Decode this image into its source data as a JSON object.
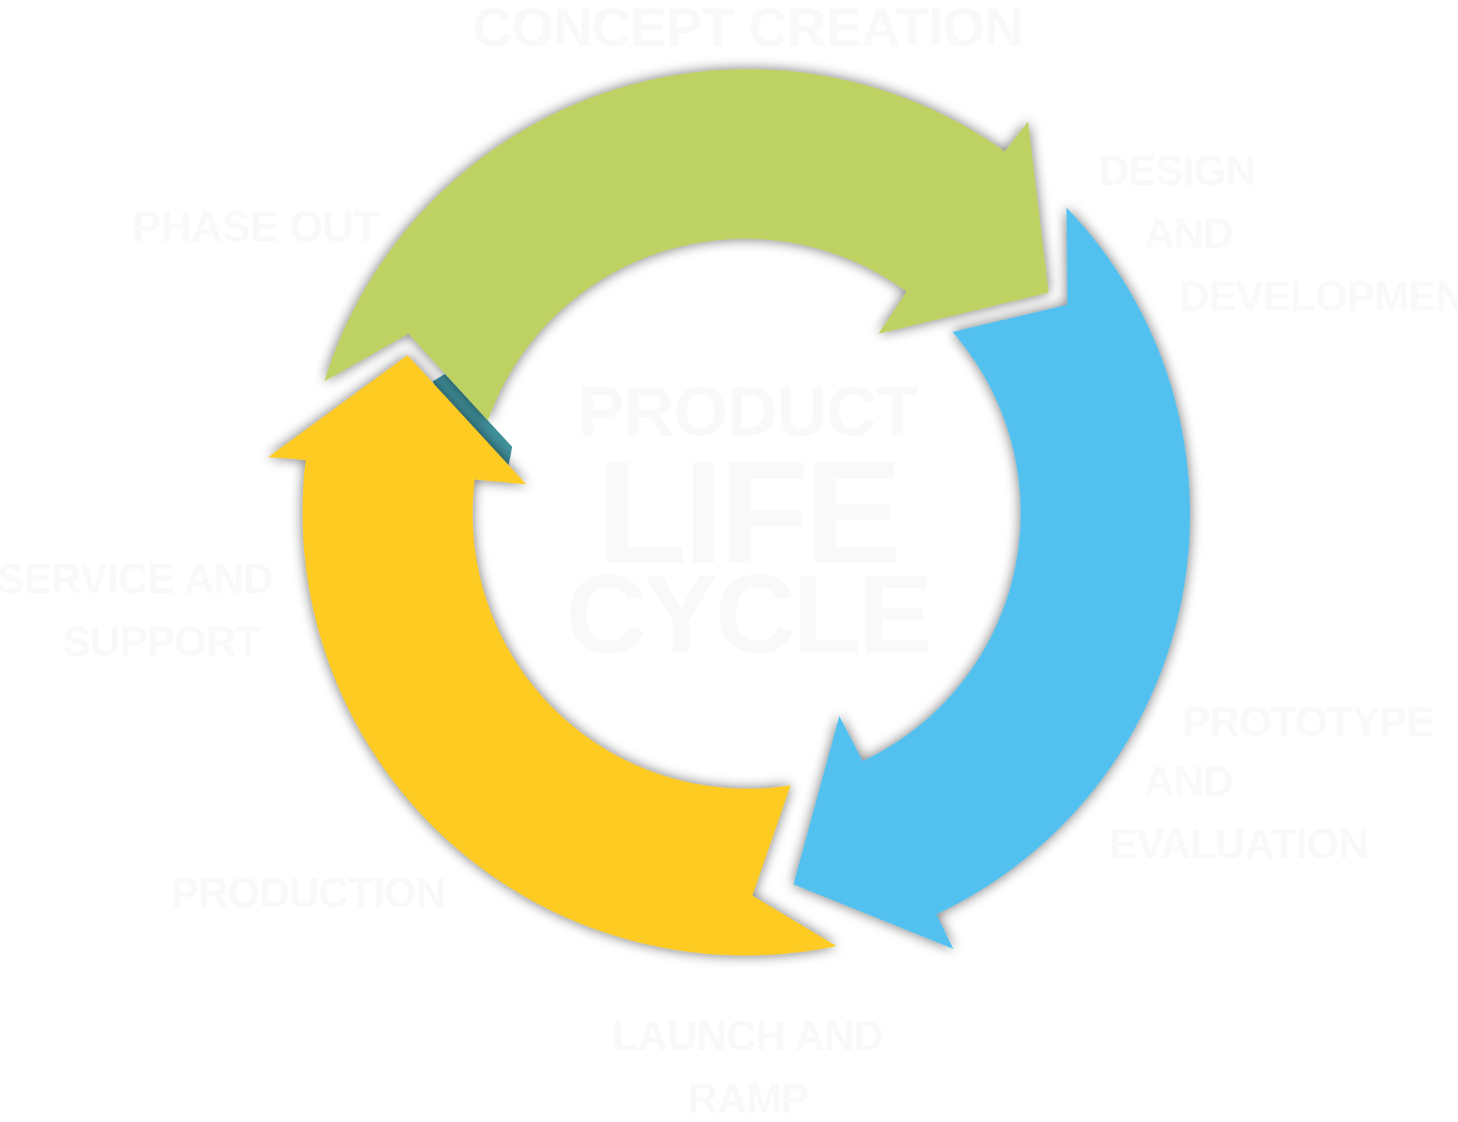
{
  "title": {
    "line1": "PRODUCT",
    "line2": "LIFE",
    "line3": "CYCLE"
  },
  "stages": {
    "concept": "CONCEPT CREATION",
    "design": [
      "DESIGN",
      "AND",
      "DEVELOPMENT"
    ],
    "prototype": [
      "PROTOTYPE",
      "AND",
      "EVALUATION"
    ],
    "launch": [
      "LAUNCH AND",
      "RAMP"
    ],
    "production": "PRODUCTION",
    "service": [
      "SERVICE AND",
      "SUPPORT"
    ],
    "phase_out": "PHASE OUT"
  },
  "colors": {
    "green_arrow": "#bdd262",
    "blue_arrow": "#52c1f0",
    "yellow_arrow": "#fecb24",
    "teal_accent": "#3f8f9a",
    "label_text": "#f9f9f9"
  }
}
